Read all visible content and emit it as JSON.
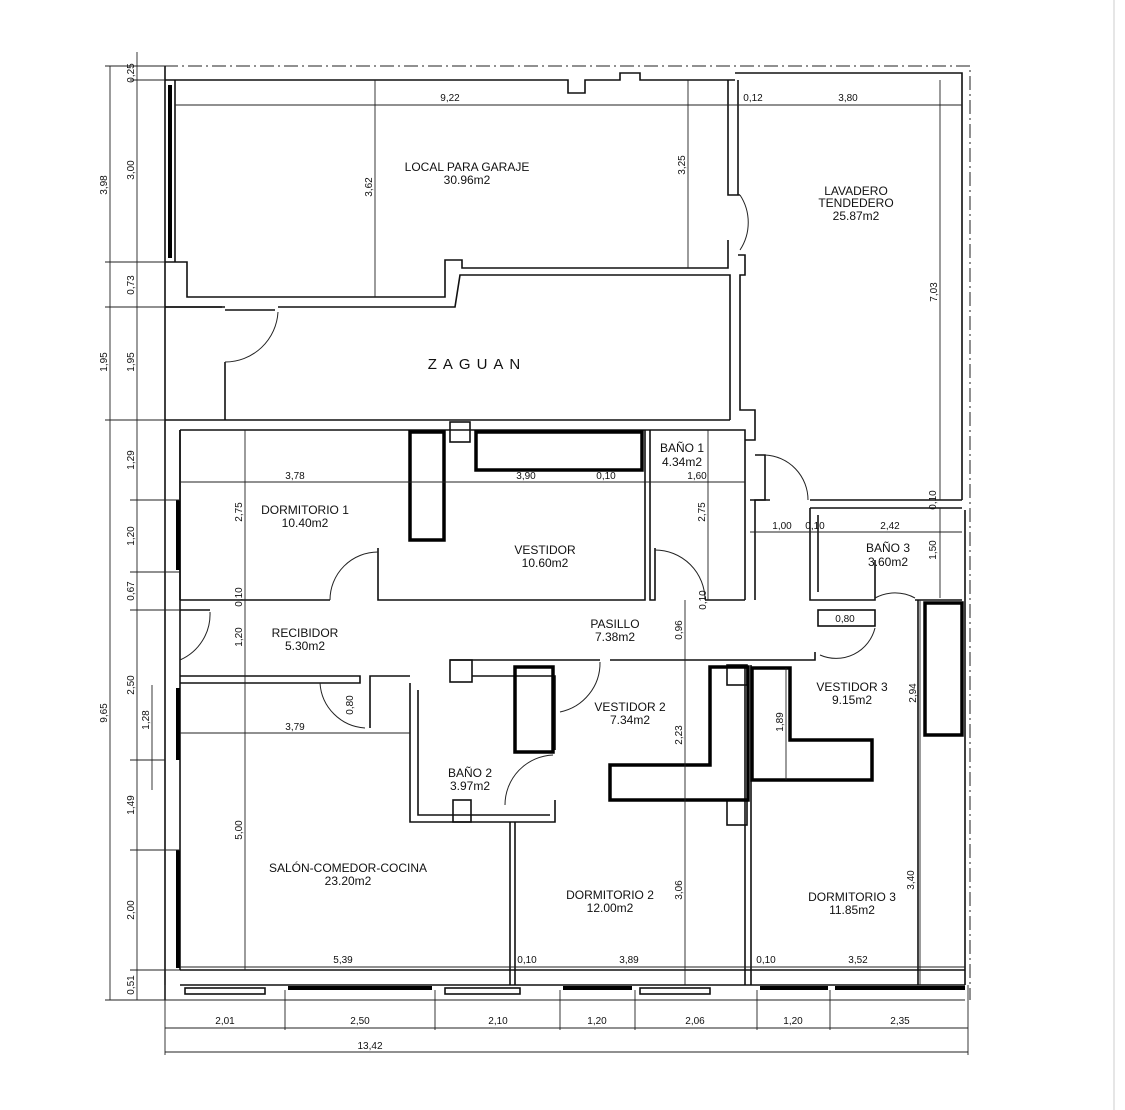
{
  "rooms": {
    "garage": {
      "name": "LOCAL PARA GARAJE",
      "area": "30.96m2"
    },
    "zaguan": {
      "name": "ZAGUAN"
    },
    "lavadero": {
      "name1": "LAVADERO",
      "name2": "TENDEDERO",
      "area": "25.87m2"
    },
    "bano1": {
      "name": "BAÑO 1",
      "area": "4.34m2"
    },
    "dorm1": {
      "name": "DORMITORIO 1",
      "area": "10.40m2"
    },
    "vestidor": {
      "name": "VESTIDOR",
      "area": "10.60m2"
    },
    "bano3": {
      "name": "BAÑO 3",
      "area": "3.60m2"
    },
    "recibidor": {
      "name": "RECIBIDOR",
      "area": "5.30m2"
    },
    "pasillo": {
      "name": "PASILLO",
      "area": "7.38m2"
    },
    "vestidor3": {
      "name": "VESTIDOR 3",
      "area": "9.15m2"
    },
    "vestidor2": {
      "name": "VESTIDOR 2",
      "area": "7.34m2"
    },
    "bano2": {
      "name": "BAÑO 2",
      "area": "3.97m2"
    },
    "salon": {
      "name": "SALÓN-COMEDOR-COCINA",
      "area": "23.20m2"
    },
    "dorm2": {
      "name": "DORMITORIO 2",
      "area": "12.00m2"
    },
    "dorm3": {
      "name": "DORMITORIO 3",
      "area": "11.85m2"
    }
  },
  "dimensions": {
    "left_outer": [
      "3,98",
      "1,95",
      "9,65"
    ],
    "left_inner": [
      "0,25",
      "3,00",
      "0,73",
      "1,95",
      "1,29",
      "1,20",
      "0,67",
      "2,50",
      "1,49",
      "2,00",
      "0,51"
    ],
    "left_window": "1,28",
    "bottom_segments": [
      "2,01",
      "2,50",
      "2,10",
      "1,20",
      "2,06",
      "1,20",
      "2,35"
    ],
    "bottom_total": "13,42",
    "interior": [
      "9,22",
      "0,12",
      "3,80",
      "3,62",
      "3,25",
      "7,03",
      "3,78",
      "3,90",
      "0,10",
      "1,60",
      "2,75",
      "2,75",
      "1,00",
      "0,10",
      "2,42",
      "0,10",
      "1,50",
      "0,10",
      "1,20",
      "5,00",
      "0,10",
      "0,96",
      "0,80",
      "0,80",
      "3,79",
      "2,23",
      "1,89",
      "2,94",
      "3,06",
      "3,40",
      "5,39",
      "0,10",
      "3,89",
      "0,10",
      "3,52"
    ]
  }
}
